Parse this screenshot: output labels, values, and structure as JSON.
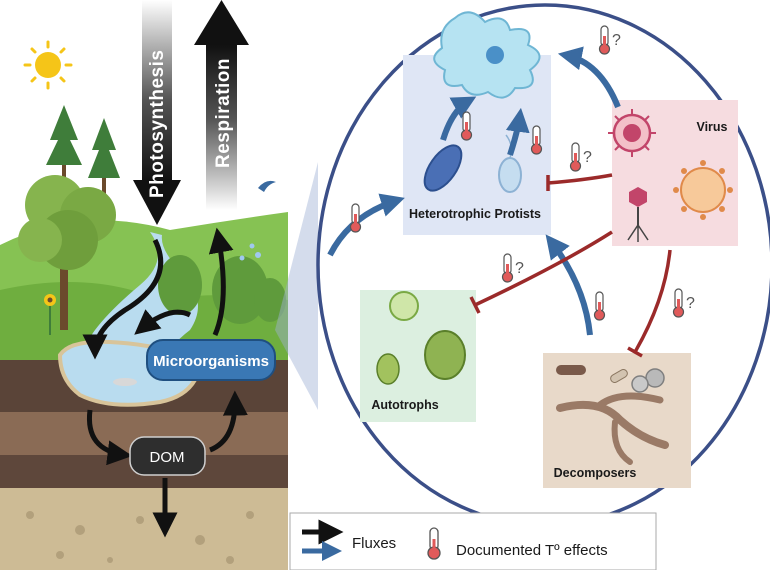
{
  "arrows": {
    "photosynthesis": "Photosynthesis",
    "respiration": "Respiration"
  },
  "nodes": {
    "microorganisms": "Microorganisms",
    "dom": "DOM"
  },
  "zoom_panel": {
    "heterotrophic_protists": "Heterotrophic Protists",
    "virus": "Virus",
    "autotrophs": "Autotrophs",
    "decomposers": "Decomposers",
    "question_mark": "?"
  },
  "legend": {
    "fluxes": "Fluxes",
    "temperature_effects": "Documented Tº effects"
  },
  "colors": {
    "sky": "#ffffff",
    "grass": "#7fbf4a",
    "river": "#b9dcef",
    "soil_dark": "#5a4438",
    "soil_mid": "#7b5f4c",
    "sand": "#cdbb95",
    "circle_stroke": "#3b4f88",
    "blue_arrow": "#3a6aa0",
    "red_inhibit": "#9b2a2a",
    "micro_node": "#3a78b5",
    "dom_node": "#2e2e2e",
    "protist_box": "#dfe6f5",
    "virus_box": "#f6dce0",
    "autotroph_box": "#dcefe0",
    "decomposer_box": "#e8d9c9"
  }
}
